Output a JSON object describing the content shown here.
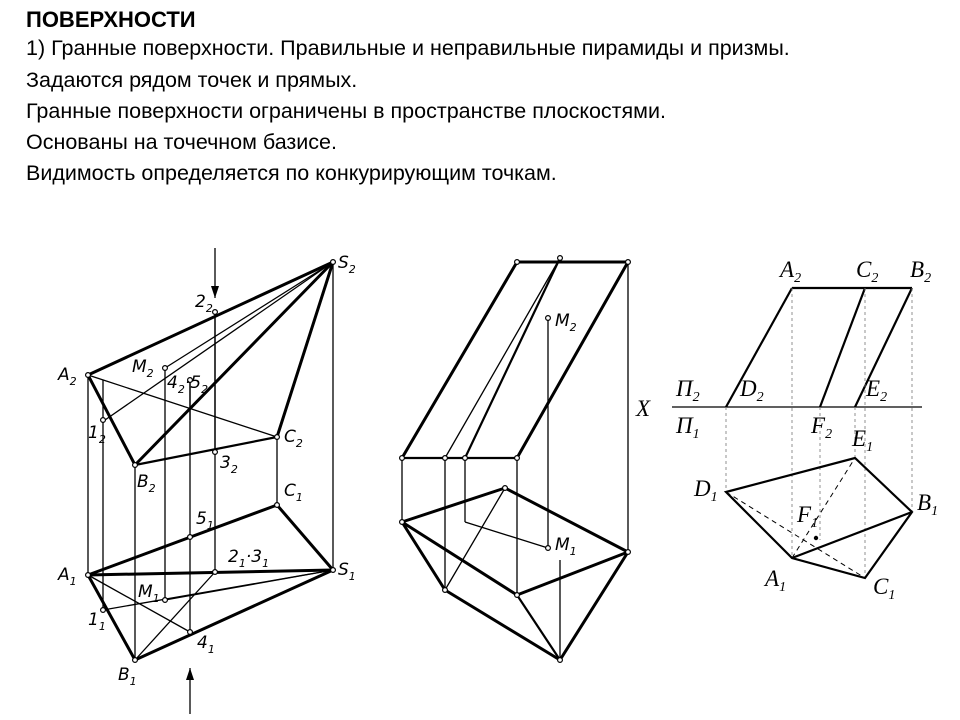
{
  "slide": {
    "title": "ПОВЕРХНОСТИ",
    "lines": [
      "1) Гранные поверхности. Правильные и неправильные пирамиды и призмы.",
      "Задаются рядом точек и прямых.",
      "Гранные поверхности ограничены в пространстве  плоскостями.",
      "Основаны на точечном базисе.",
      "Видимость  определяется по конкурирующим точкам."
    ]
  },
  "pyramid": {
    "s2": "S",
    "s2_sub": "2",
    "a2": "A",
    "a2_sub": "2",
    "b2": "B",
    "b2_sub": "2",
    "c2": "C",
    "c2_sub": "2",
    "m2": "M",
    "m2_sub": "2",
    "n22": "2",
    "n22_sub": "2",
    "n12": "1",
    "n12_sub": "2",
    "n42": "4",
    "n42_sub": "2",
    "n52": "5",
    "n52_sub": "2",
    "n32": "3",
    "n32_sub": "2",
    "dot_a": "·",
    "c1": "C",
    "c1_sub": "1",
    "a1": "A",
    "a1_sub": "1",
    "b1": "B",
    "b1_sub": "1",
    "s1": "S",
    "s1_sub": "1",
    "m1": "M",
    "m1_sub": "1",
    "n11": "1",
    "n11_sub": "1",
    "n41": "4",
    "n41_sub": "1",
    "n51": "5",
    "n51_sub": "1",
    "n21": "2",
    "n21_sub": "1",
    "n31": "3",
    "n31_sub": "1",
    "dot_b": "·"
  },
  "prism": {
    "m2": "M",
    "m2_sub": "2",
    "m1": "M",
    "m1_sub": "1"
  },
  "prism2": {
    "a2": "A",
    "a2_sub": "2",
    "c2": "C",
    "c2_sub": "2",
    "b2": "B",
    "b2_sub": "2",
    "d2": "D",
    "d2_sub": "2",
    "e2": "E",
    "e2_sub": "2",
    "x": "X",
    "pi2": "Π",
    "pi2_sub": "2",
    "pi1": "Π",
    "pi1_sub": "1",
    "f2": "F",
    "f2_sub": "2",
    "e1": "E",
    "e1_sub": "1",
    "d1": "D",
    "d1_sub": "1",
    "f1": "F",
    "f1_sub": "1",
    "b1": "B",
    "b1_sub": "1",
    "a1": "A",
    "a1_sub": "1",
    "c1": "C",
    "c1_sub": "1"
  }
}
